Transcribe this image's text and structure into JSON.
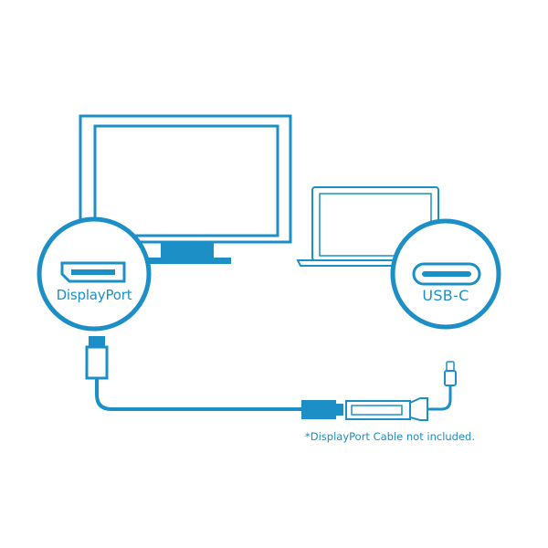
{
  "labels": {
    "displayport": "DisplayPort",
    "usbc": "USB-C",
    "note": "*DisplayPort Cable not included."
  },
  "colors": {
    "accent": "#1b8fc6",
    "background": "#ffffff"
  },
  "icons": [
    "monitor-icon",
    "laptop-icon",
    "displayport-connector-icon",
    "usb-c-connector-icon",
    "cable-icon",
    "adapter-icon"
  ]
}
